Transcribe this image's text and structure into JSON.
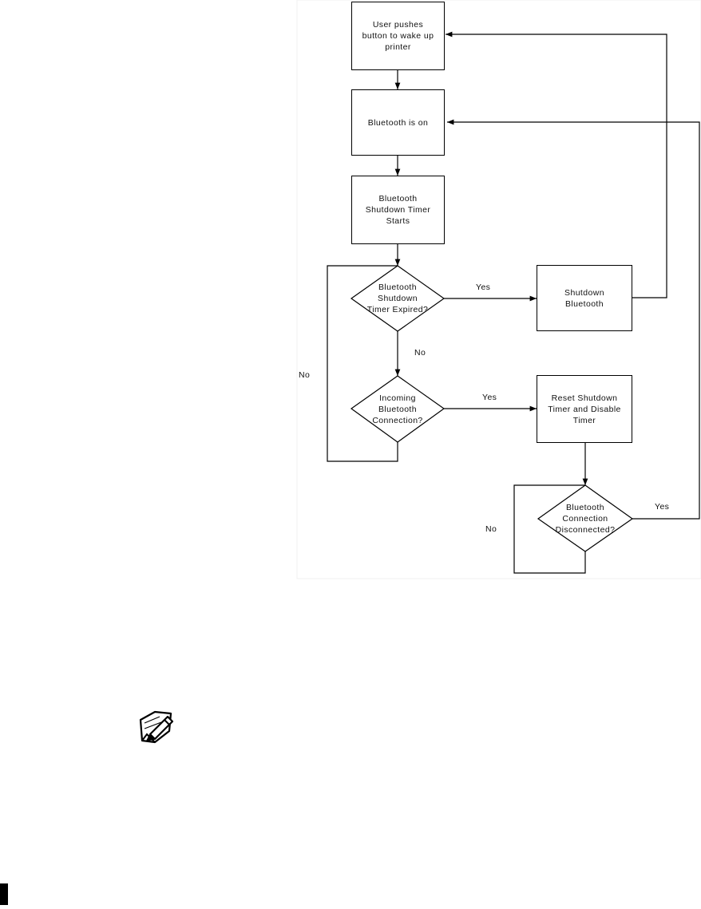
{
  "nodes": {
    "wake": "User pushes\nbutton to wake up\nprinter",
    "bt_on": "Bluetooth is on",
    "timer_start": "Bluetooth\nShutdown Timer\nStarts",
    "timer_expired": "Bluetooth\nShutdown\nTimer Expired?",
    "shutdown": "Shutdown\nBluetooth",
    "incoming": "Incoming\nBluetooth\nConnection?",
    "reset": "Reset Shutdown\nTimer and Disable\nTimer",
    "disconnected": "Bluetooth\nConnection\nDisconnected?"
  },
  "edge_labels": {
    "expired_yes": "Yes",
    "expired_no": "No",
    "incoming_yes": "Yes",
    "incoming_no": "No",
    "disc_yes": "Yes",
    "disc_no": "No"
  },
  "icons": {
    "note": "note-pencil-icon"
  }
}
